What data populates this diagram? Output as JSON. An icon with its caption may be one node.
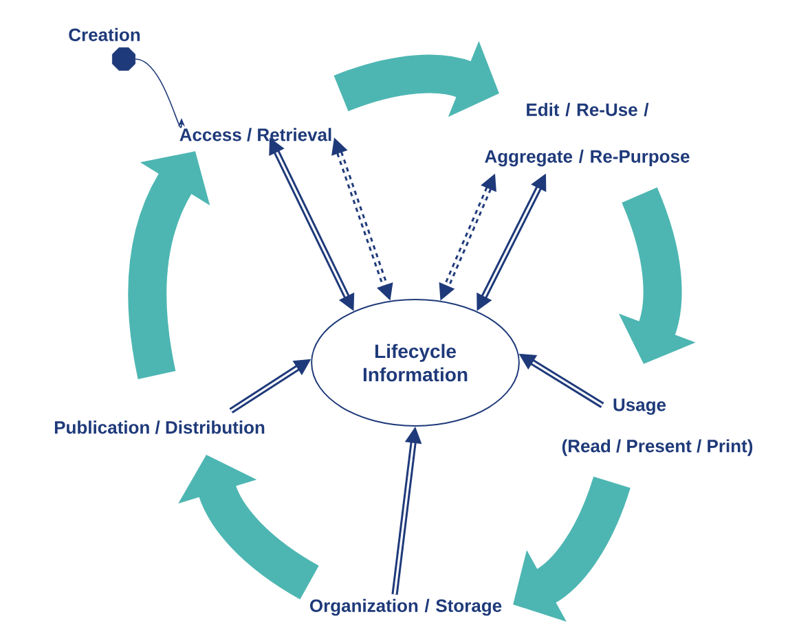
{
  "diagram": {
    "nodes": [
      {
        "text": [
          "Creation"
        ]
      },
      {
        "text": [
          "Access / Retrieval"
        ]
      },
      {
        "text": [
          "Edit / Re-Use / Aggregate / Re-Purpose"
        ]
      },
      {
        "text": [
          "Lifecycle Information"
        ]
      },
      {
        "text": [
          "Publication / Distribution"
        ]
      },
      {
        "text": [
          "Usage",
          "(Read / Present / Print)"
        ]
      },
      {
        "text": [
          "Organization / Storage"
        ]
      }
    ],
    "edges": [
      {
        "from": 0,
        "to": 1,
        "arrow": "to"
      },
      {
        "from": 1,
        "to": 2,
        "arrow": "to",
        "style": "thick",
        "color": "#4db6b2"
      },
      {
        "from": 2,
        "to": 5,
        "arrow": "to",
        "style": "thick",
        "color": "#4db6b2"
      },
      {
        "from": 5,
        "to": 6,
        "arrow": "to",
        "style": "thick",
        "color": "#4db6b2"
      },
      {
        "from": 6,
        "to": 4,
        "arrow": "to",
        "style": "thick",
        "color": "#4db6b2"
      },
      {
        "from": 4,
        "to": 1,
        "arrow": "to",
        "style": "thick",
        "color": "#4db6b2"
      },
      {
        "from": 1,
        "to": 3,
        "arrow": "both"
      },
      {
        "from": 1,
        "to": 3,
        "arrow": "both",
        "style": "dashed"
      },
      {
        "from": 2,
        "to": 3,
        "arrow": "both",
        "style": "dashed"
      },
      {
        "from": 2,
        "to": 3,
        "arrow": "both"
      },
      {
        "from": 4,
        "to": 3,
        "arrow": "to"
      },
      {
        "from": 5,
        "to": 3,
        "arrow": "to"
      },
      {
        "from": 6,
        "to": 3,
        "arrow": "to"
      }
    ]
  }
}
